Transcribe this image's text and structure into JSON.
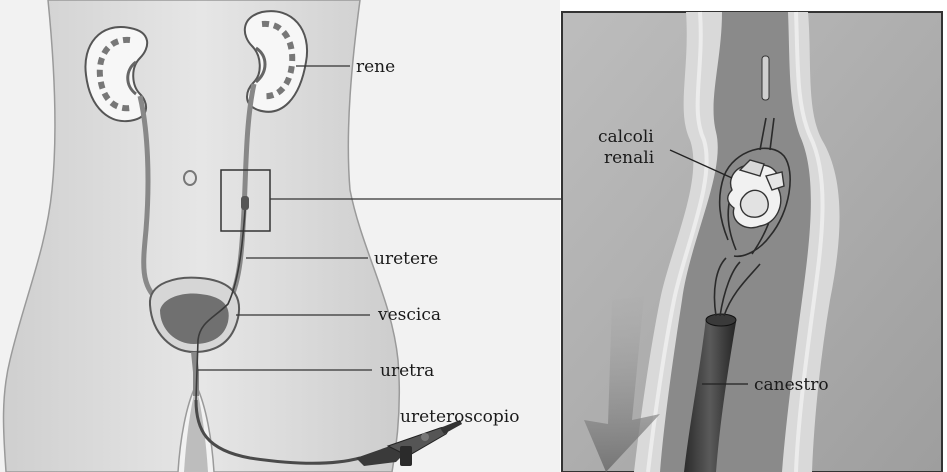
{
  "left_labels": {
    "kidney": "rene",
    "ureter": "uretere",
    "bladder": "vescica",
    "urethra": "uretra",
    "ureteroscope": "ureteroscopio"
  },
  "right_labels": {
    "stones_line1": "calcoli",
    "stones_line2": "renali",
    "basket": "canestro"
  }
}
